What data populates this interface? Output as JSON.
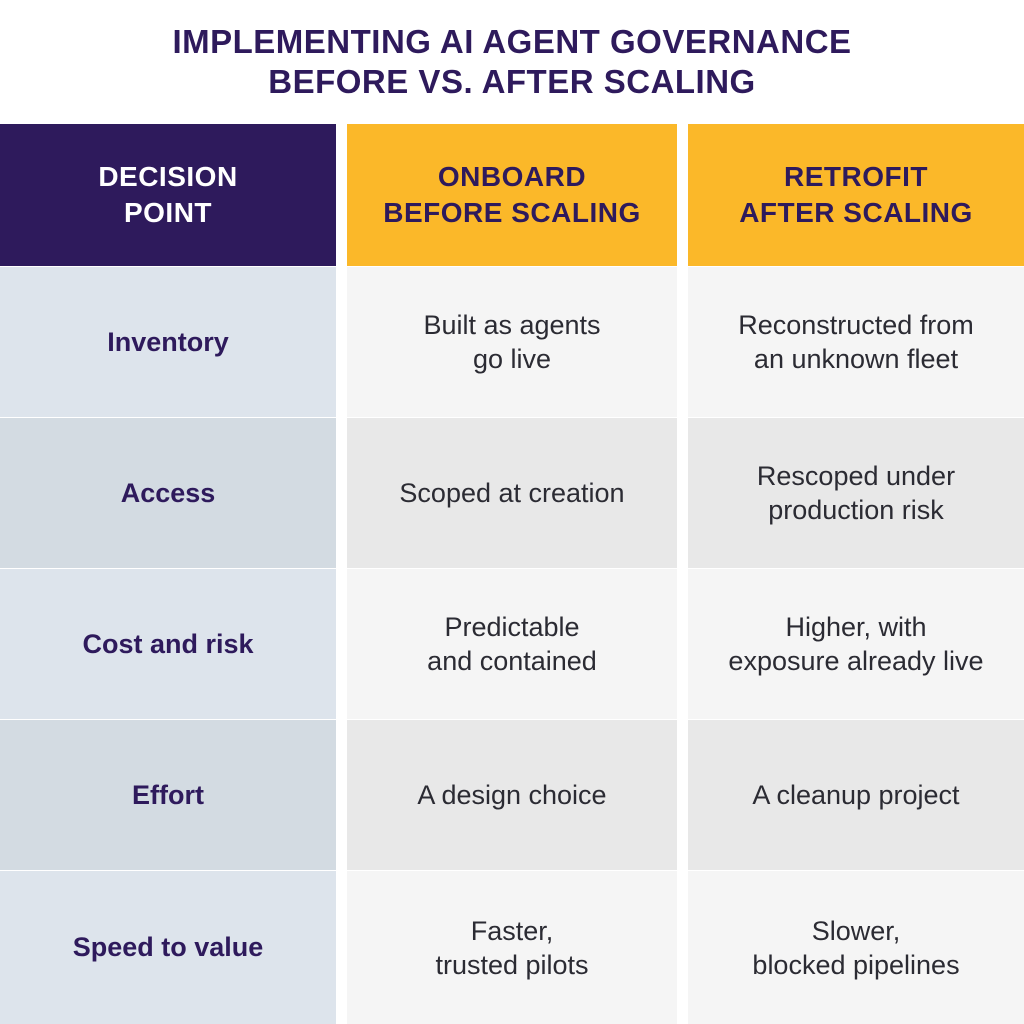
{
  "title": {
    "line1": "IMPLEMENTING AI AGENT GOVERNANCE",
    "line2": "BEFORE VS. AFTER SCALING"
  },
  "headers": {
    "decision_point": "DECISION\nPOINT",
    "onboard": "ONBOARD\nBEFORE SCALING",
    "retrofit": "RETROFIT\nAFTER SCALING"
  },
  "rows": [
    {
      "label": "Inventory",
      "onboard": "Built as agents\ngo live",
      "retrofit": "Reconstructed from\nan unknown fleet"
    },
    {
      "label": "Access",
      "onboard": "Scoped at creation",
      "retrofit": "Rescoped under\nproduction risk"
    },
    {
      "label": "Cost and risk",
      "onboard": "Predictable\nand contained",
      "retrofit": "Higher, with\nexposure already live"
    },
    {
      "label": "Effort",
      "onboard": "A design choice",
      "retrofit": "A cleanup project"
    },
    {
      "label": "Speed to value",
      "onboard": "Faster,\ntrusted pilots",
      "retrofit": "Slower,\nblocked pipelines"
    }
  ],
  "colors": {
    "title": "#2e1a5c",
    "header_dark": "#2e1a5c",
    "header_accent": "#fbb829",
    "label_bg": "#dde4ec",
    "cell_bg": "#f5f5f5"
  }
}
